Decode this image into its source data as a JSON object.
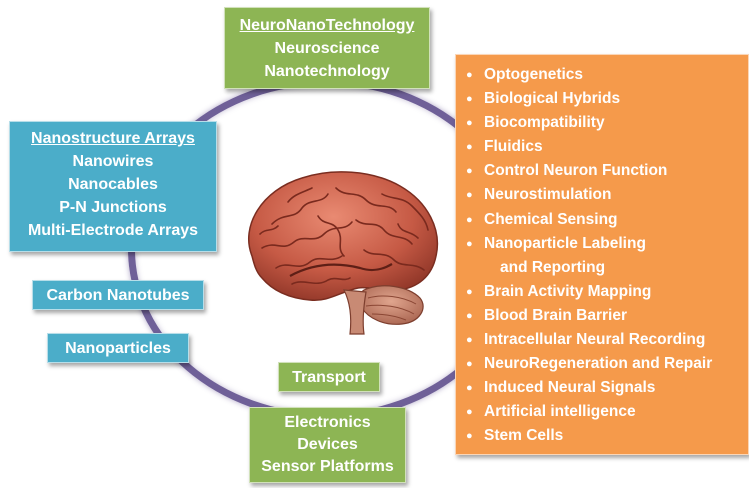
{
  "top_box": {
    "title": "NeuroNanoTechnology",
    "lines": [
      "Neuroscience",
      "Nanotechnology"
    ]
  },
  "left_box": {
    "title": "Nanostructure Arrays",
    "lines": [
      "Nanowires",
      "Nanocables",
      "P-N Junctions",
      "Multi-Electrode Arrays"
    ]
  },
  "carbon_box": {
    "label": "Carbon Nanotubes"
  },
  "nanoparticles_box": {
    "label": "Nanoparticles"
  },
  "transport_box": {
    "label": "Transport"
  },
  "bottom_box": {
    "lines": [
      "Electronics",
      "Devices",
      "Sensor Platforms"
    ]
  },
  "applications": {
    "items": [
      "Optogenetics",
      "Biological Hybrids",
      "Biocompatibility",
      "Fluidics",
      "Control Neuron Function",
      "Neurostimulation",
      "Chemical Sensing",
      "Nanoparticle Labeling",
      "and Reporting",
      "Brain Activity Mapping",
      "Blood Brain Barrier",
      "Intracellular Neural Recording",
      "NeuroRegeneration and Repair",
      "Induced Neural Signals",
      "Artificial intelligence",
      "Stem Cells"
    ]
  },
  "colors": {
    "green": "#8db554",
    "blue": "#4badc9",
    "orange": "#f59a4b",
    "ring": "#6f6098",
    "brain": "#c65a45"
  },
  "icons": {
    "brain": "brain-illustration"
  }
}
